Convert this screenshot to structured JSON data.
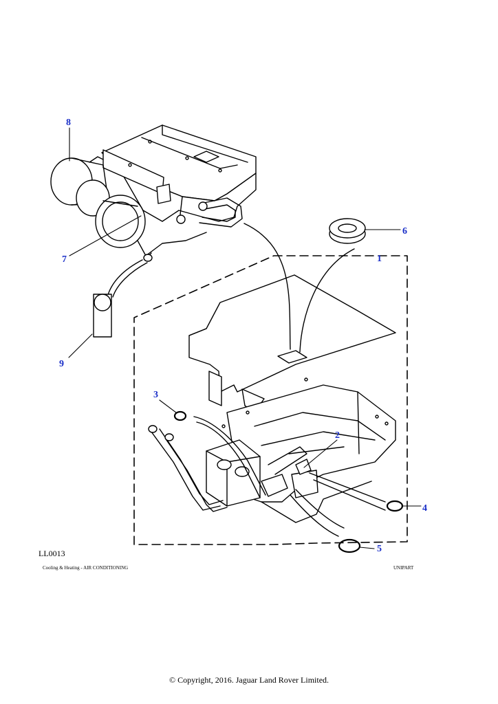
{
  "callouts": {
    "c1": "1",
    "c2": "2",
    "c3": "3",
    "c4": "4",
    "c5": "5",
    "c6": "6",
    "c7": "7",
    "c8": "8",
    "c9": "9"
  },
  "reference_code": "LL0013",
  "footer_left": "Cooling & Heating - AIR CONDITIONING",
  "footer_right": "UNIPART",
  "copyright": "© Copyright, 2016. Jaguar Land Rover Limited.",
  "colors": {
    "callout": "#1a2fc8",
    "line": "#000000"
  }
}
